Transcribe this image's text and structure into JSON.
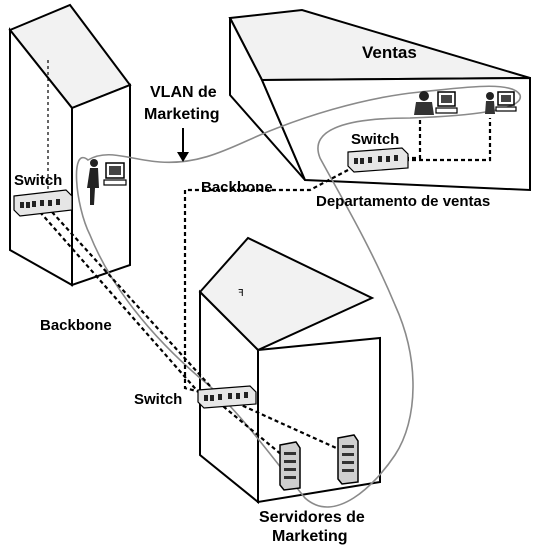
{
  "labels": {
    "ventas": "Ventas",
    "vlan_line1": "VLAN de",
    "vlan_line2": "Marketing",
    "switch_left": "Switch",
    "switch_ventas": "Switch",
    "switch_bottom": "Switch",
    "backbone_middle": "Backbone",
    "backbone_left": "Backbone",
    "departamento": "Departamento de ventas",
    "servidores_line1": "Servidores de",
    "servidores_line2": "Marketing"
  },
  "colors": {
    "vlan_line": "#8a8a8a",
    "outline": "#000000"
  }
}
